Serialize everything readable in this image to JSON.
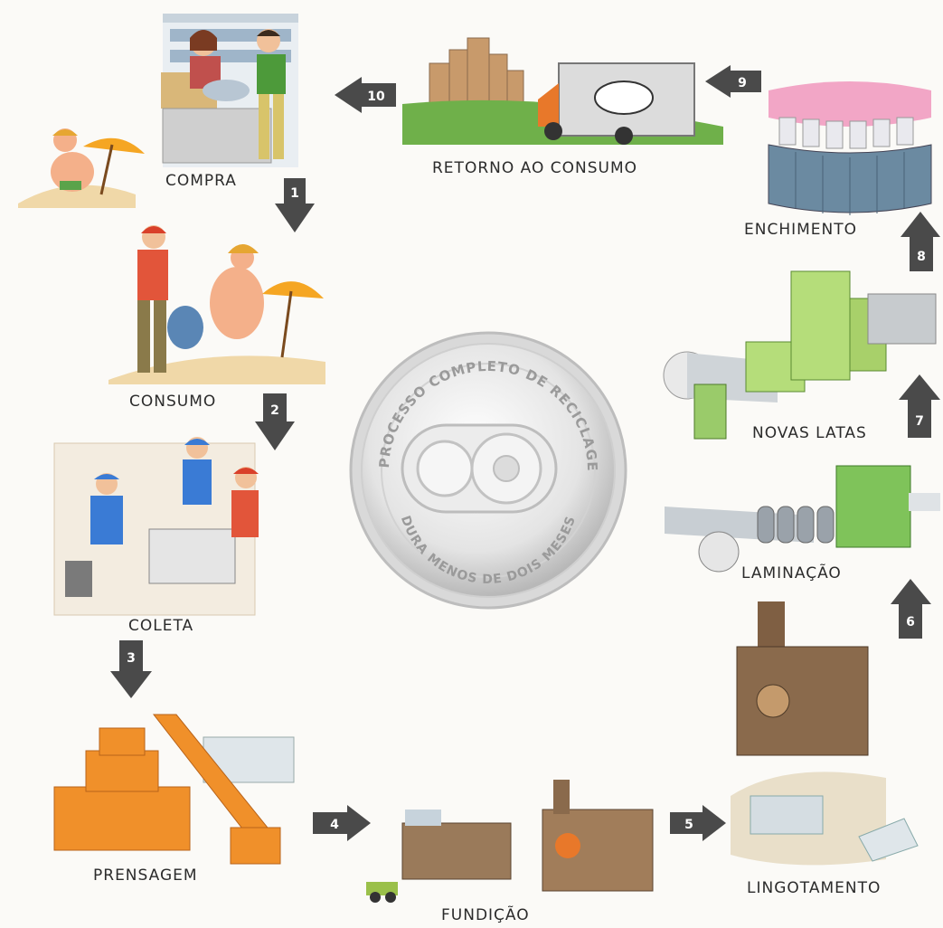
{
  "center_seal": {
    "top_text": "O PROCESSO COMPLETO DE RECICLAGEM",
    "bottom_text": "DURA MENOS DE DOIS MESES"
  },
  "steps": {
    "compra": "COMPRA",
    "consumo": "CONSUMO",
    "coleta": "COLETA",
    "prensagem": "PRENSAGEM",
    "fundicao": "FUNDIÇÃO",
    "lingotamento": "LINGOTAMENTO",
    "laminacao": "LAMINAÇÃO",
    "novas_latas": "NOVAS LATAS",
    "enchimento": "ENCHIMENTO",
    "retorno": "RETORNO AO CONSUMO"
  },
  "arrows": [
    "1",
    "2",
    "3",
    "4",
    "5",
    "6",
    "7",
    "8",
    "9",
    "10"
  ],
  "colors": {
    "arrow": "#4a4a4a",
    "machine_green": "#a6d46a",
    "orange": "#f0902a",
    "brown": "#8a6a4c"
  }
}
